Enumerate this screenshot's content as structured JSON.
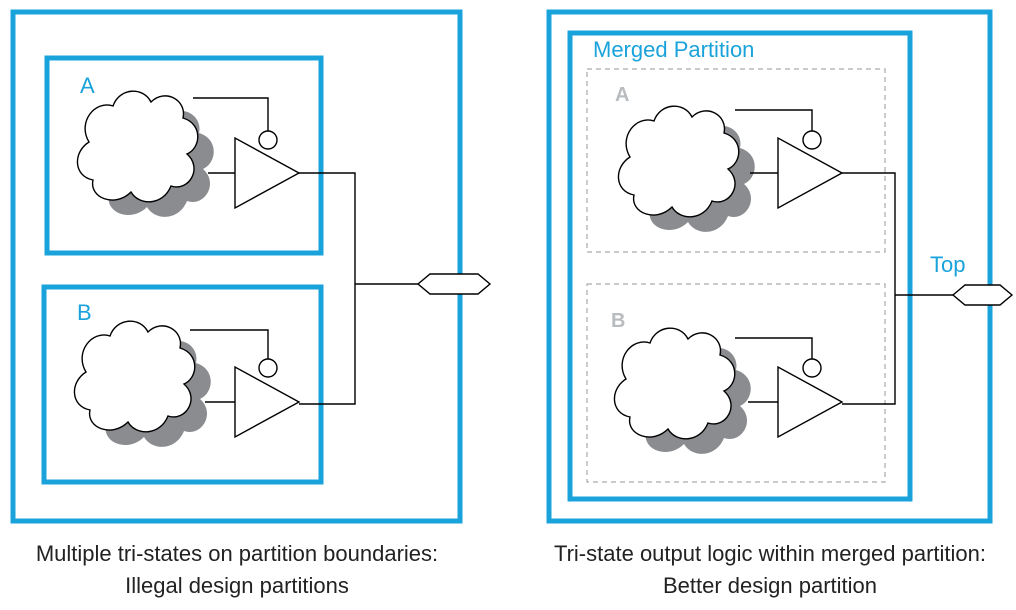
{
  "colors": {
    "partition_border": "#1aa3db",
    "sub_border": "#aaaaaa",
    "cloud_shadow": "#8a8c90",
    "sub_label": "#b9bcbf"
  },
  "left_diagram": {
    "partition_a_label": "A",
    "partition_b_label": "B",
    "caption_line1": "Multiple tri-states on partition boundaries:",
    "caption_line2": "Illegal design partitions"
  },
  "right_diagram": {
    "merged_label": "Merged Partition",
    "sub_a_label": "A",
    "sub_b_label": "B",
    "top_label": "Top",
    "caption_line1": "Tri-state output logic within merged partition:",
    "caption_line2": "Better design partition"
  }
}
